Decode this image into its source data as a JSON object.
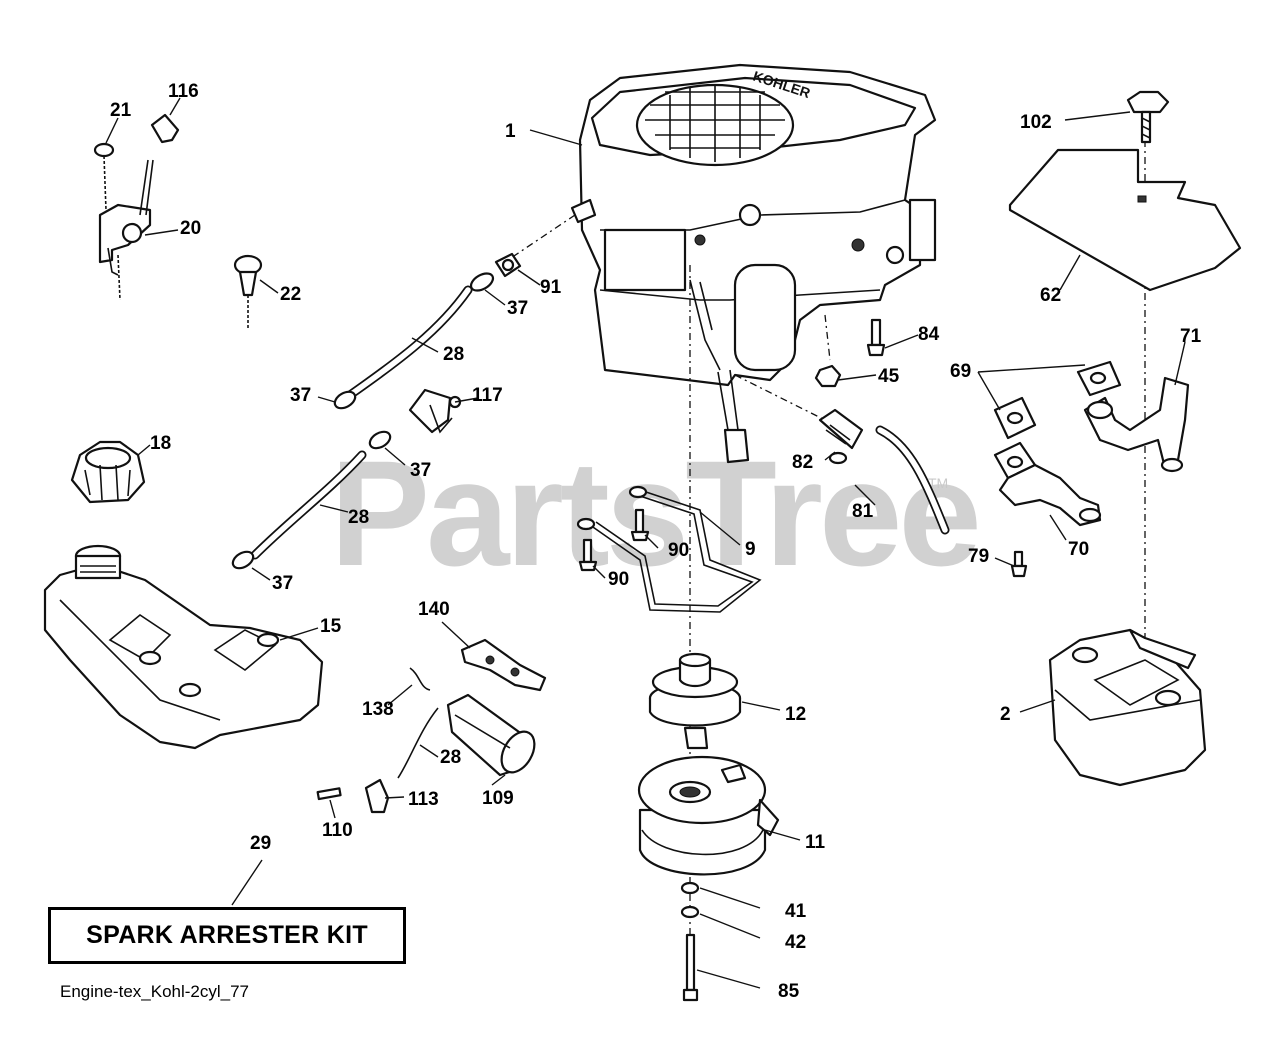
{
  "watermark": {
    "text": "PartsTree",
    "trademark": "TM"
  },
  "engine_brand": "KOHLER",
  "kit_label": "SPARK ARRESTER KIT",
  "diagram_reference": "Engine-tex_Kohl-2cyl_77",
  "callouts": {
    "c1": "1",
    "c2": "2",
    "c9": "9",
    "c11": "11",
    "c12": "12",
    "c15": "15",
    "c18": "18",
    "c20": "20",
    "c21": "21",
    "c22": "22",
    "c28a": "28",
    "c28b": "28",
    "c28c": "28",
    "c29": "29",
    "c37a": "37",
    "c37b": "37",
    "c37c": "37",
    "c37d": "37",
    "c41": "41",
    "c42": "42",
    "c45": "45",
    "c62": "62",
    "c69": "69",
    "c70": "70",
    "c71": "71",
    "c79": "79",
    "c81": "81",
    "c82": "82",
    "c84": "84",
    "c85": "85",
    "c90a": "90",
    "c90b": "90",
    "c91": "91",
    "c102": "102",
    "c109": "109",
    "c110": "110",
    "c113": "113",
    "c116": "116",
    "c117": "117",
    "c138": "138",
    "c140": "140"
  }
}
